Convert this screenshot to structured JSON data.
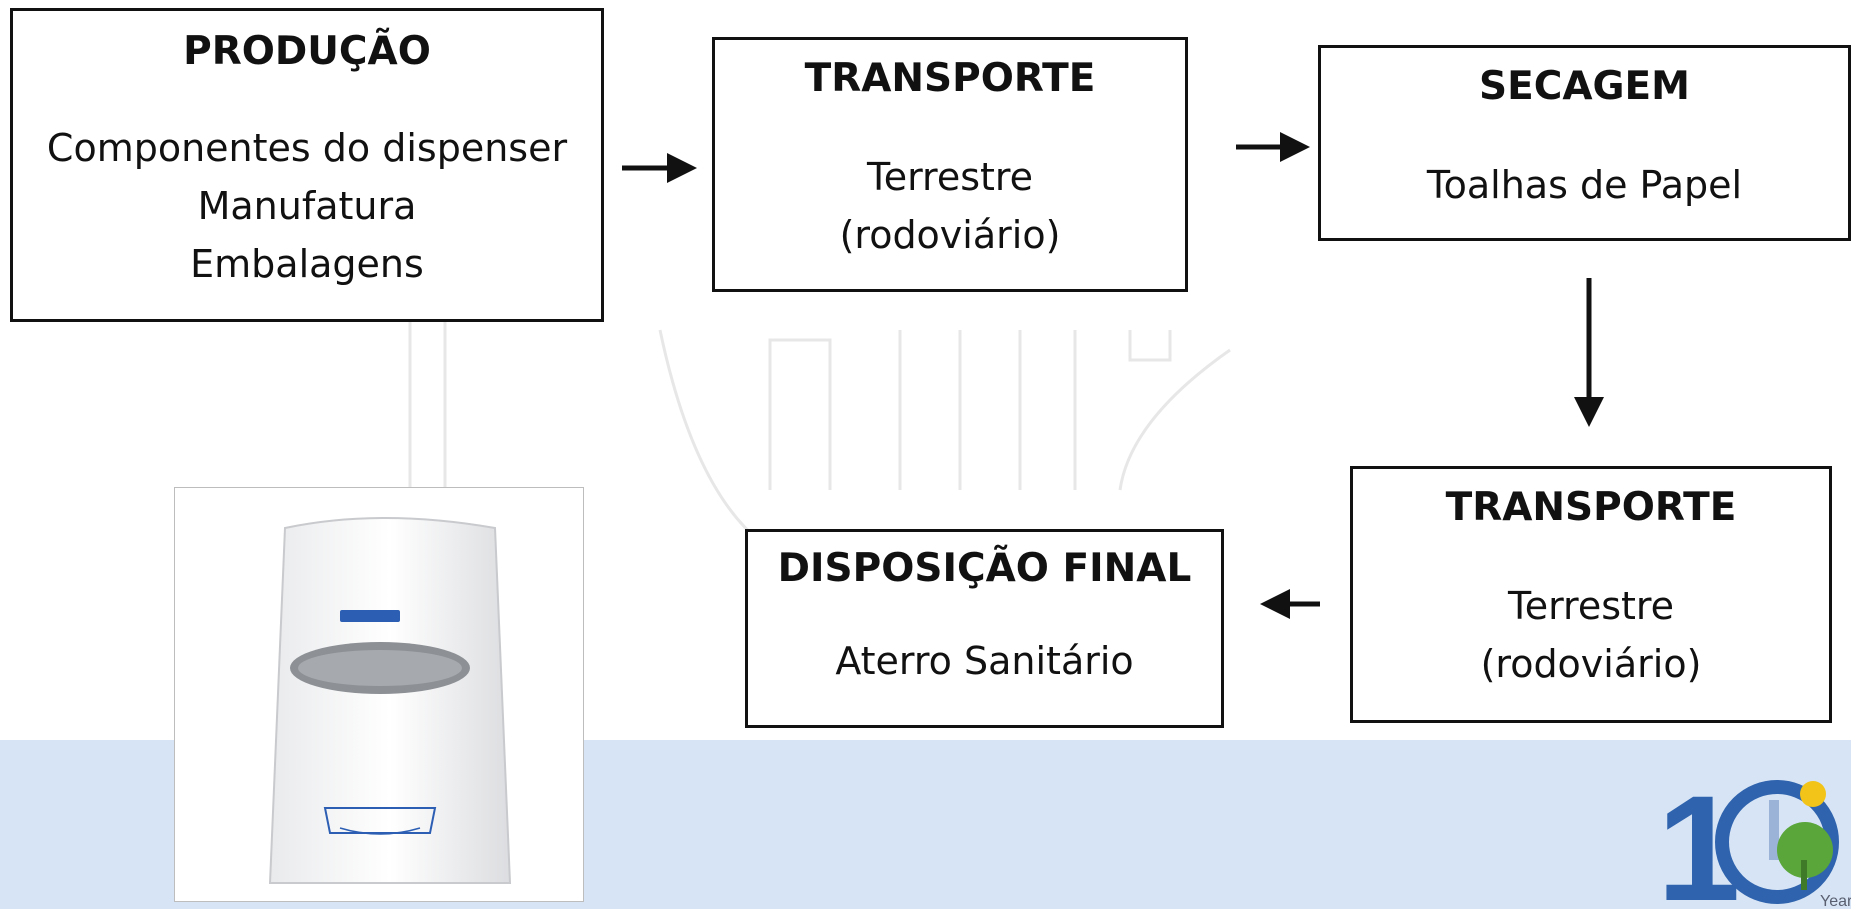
{
  "nodes": {
    "producao": {
      "title": "PRODUÇÃO",
      "lines": [
        "Componentes do dispenser",
        "Manufatura",
        "Embalagens"
      ]
    },
    "transporte1": {
      "title": "TRANSPORTE",
      "lines": [
        "Terrestre",
        "(rodoviário)"
      ]
    },
    "secagem": {
      "title": "SECAGEM",
      "lines": [
        "Toalhas de Papel"
      ]
    },
    "transporte2": {
      "title": "TRANSPORTE",
      "lines": [
        "Terrestre",
        "(rodoviário)"
      ]
    },
    "disposicao": {
      "title": "DISPOSIÇÃO FINAL",
      "lines": [
        "Aterro Sanitário"
      ]
    }
  },
  "logo": {
    "number": "1",
    "caption": "Year"
  },
  "colors": {
    "band": "#d6e4f5",
    "box_border": "#111111",
    "logo_blue": "#2f63ad",
    "logo_green": "#5aa63a",
    "logo_sun": "#f2c318"
  }
}
